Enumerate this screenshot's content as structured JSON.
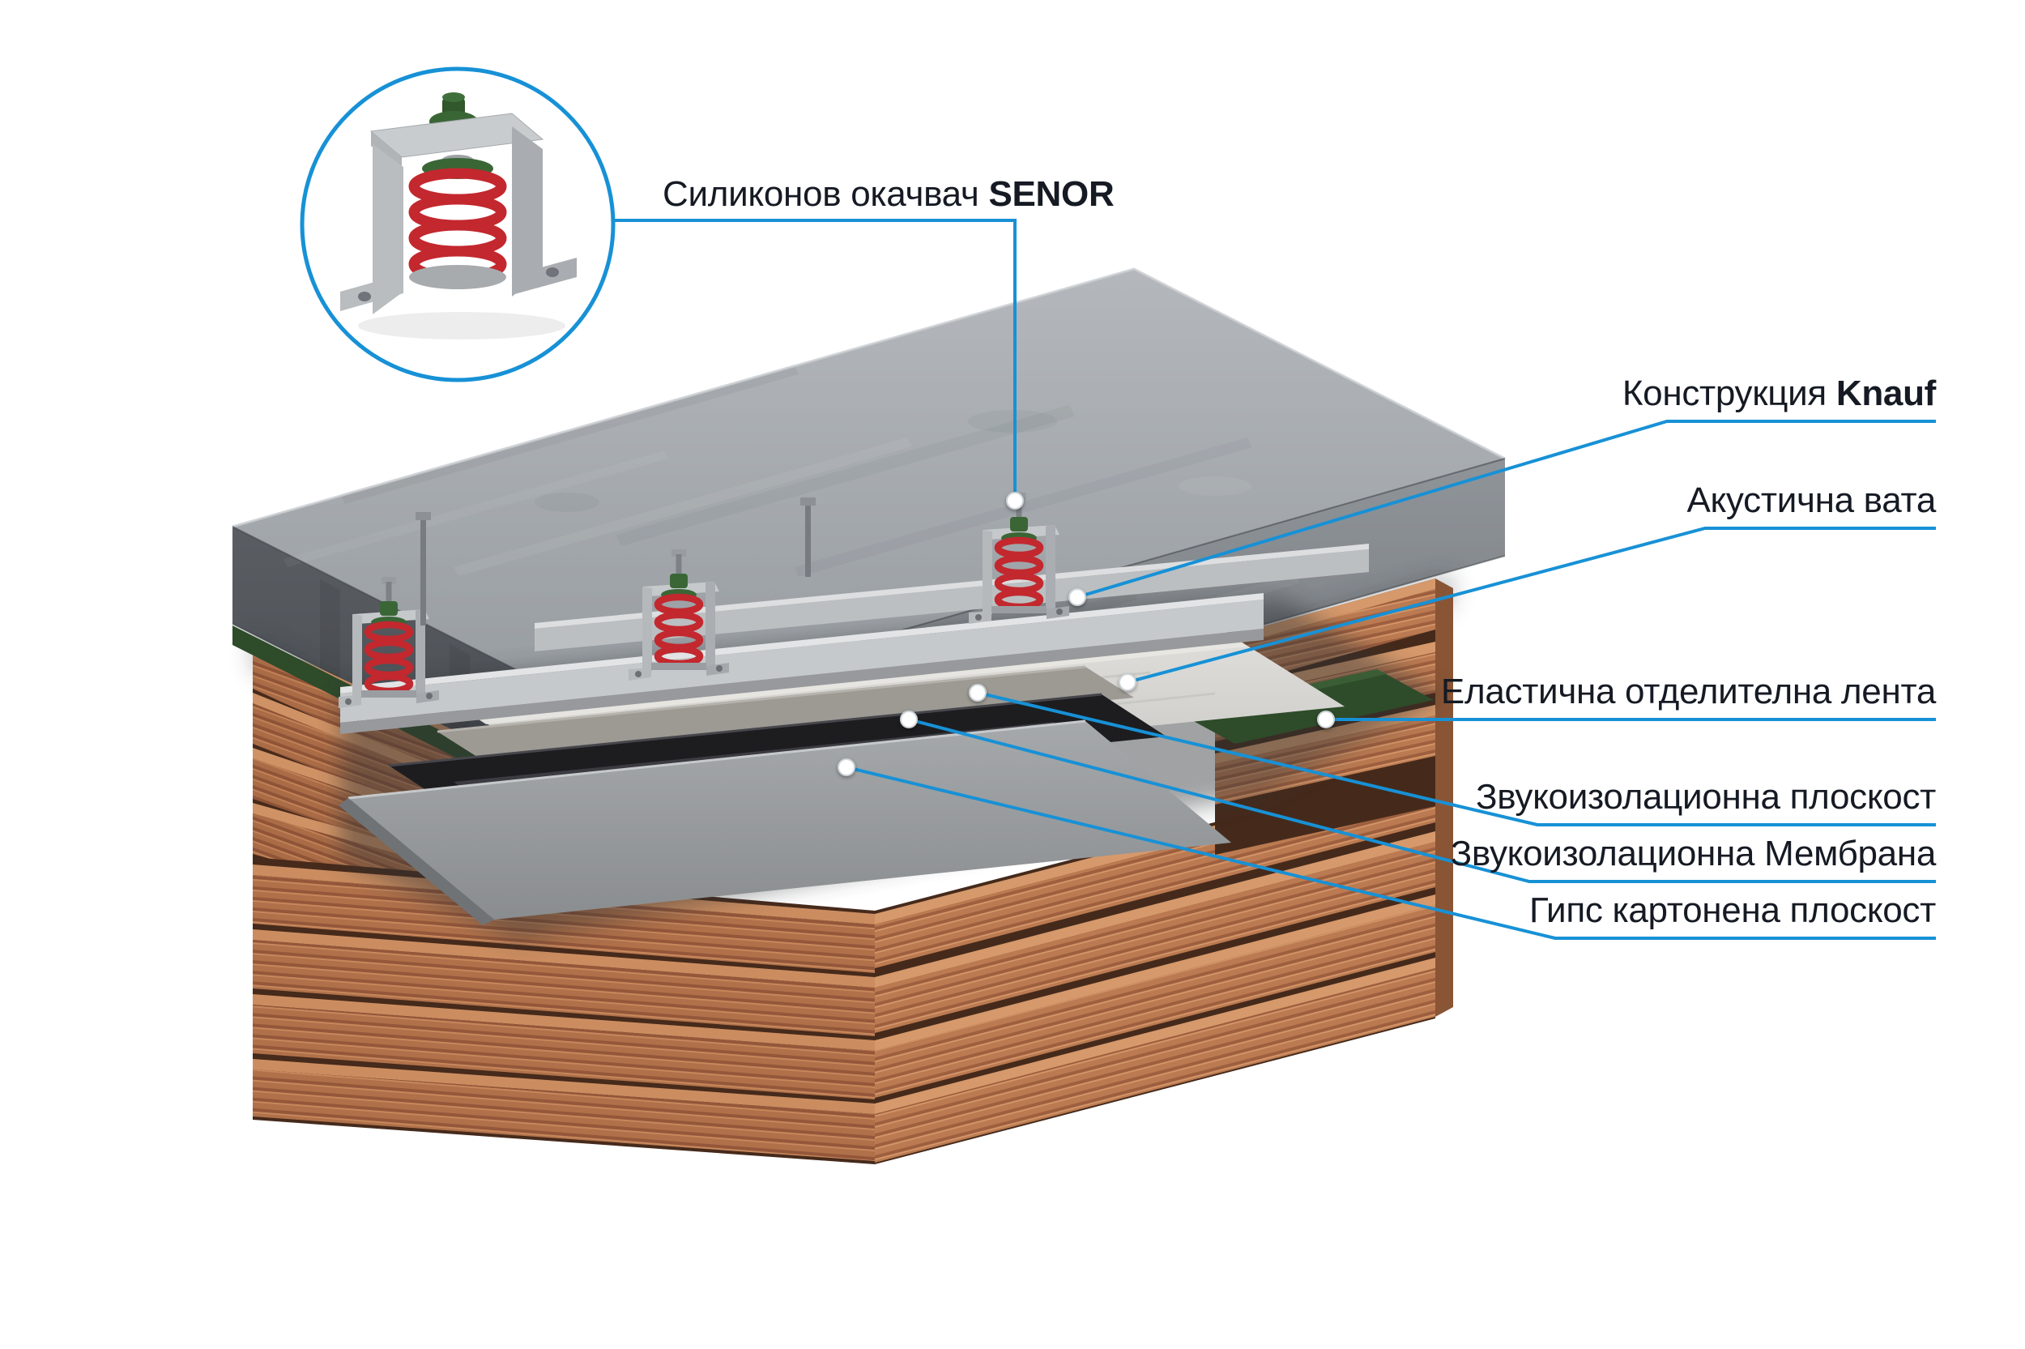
{
  "labels": {
    "senor": {
      "prefix": "Силиконов окачвач ",
      "brand": "SENOR"
    },
    "callouts": [
      {
        "prefix": "Конструкция ",
        "brand": "Knauf"
      },
      {
        "prefix": "Акустична вата",
        "brand": ""
      },
      {
        "prefix": "Еластична отделителна лента",
        "brand": ""
      },
      {
        "prefix": "Звукоизолационна плоскост",
        "brand": ""
      },
      {
        "prefix": "Звукоизолационна Мембрана",
        "brand": ""
      },
      {
        "prefix": "Гипс картонена плоскост",
        "brand": ""
      }
    ]
  },
  "colors": {
    "accent_blue": "#1791d6",
    "label_text": "#151a23",
    "spring_red": "#c2282e",
    "tape_green": "#2e4b2a",
    "brick_terracotta": "#b0714a",
    "concrete_gray": "#9aa0a5",
    "wool_white": "#d8d7d3",
    "membrane_black": "#1d1d20"
  }
}
